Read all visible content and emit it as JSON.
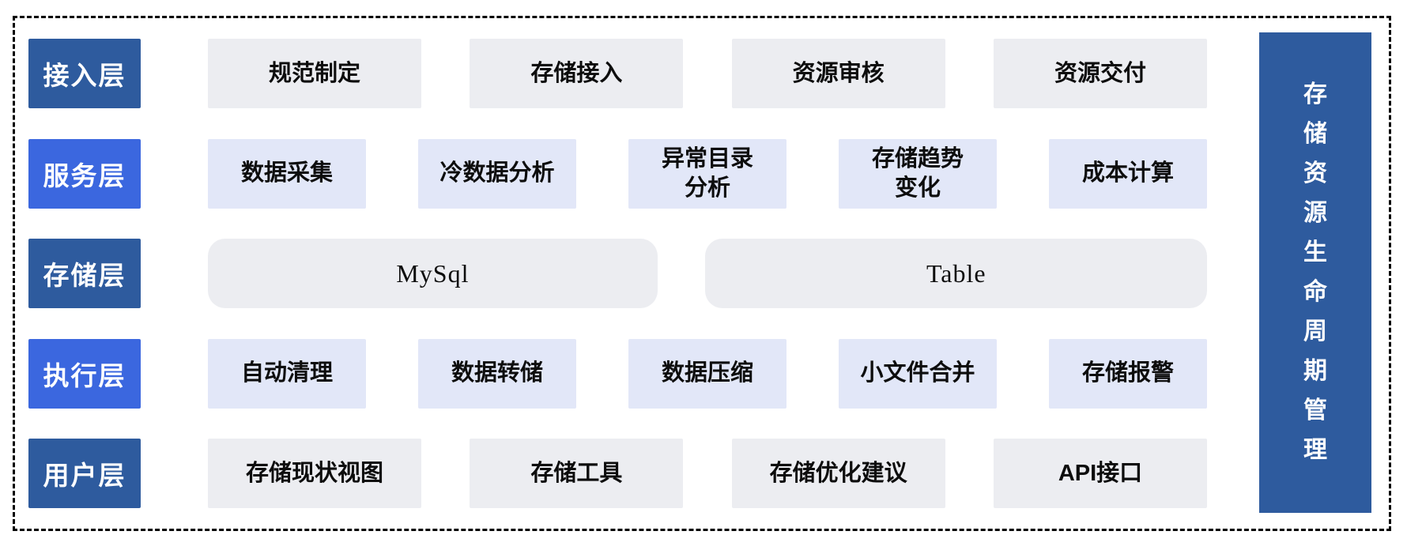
{
  "colors": {
    "dark_blue": "#2E5B9E",
    "bright_blue": "#3B67DF",
    "gray_fill": "#ECEDF1",
    "lavender_fill": "#E2E7F8",
    "border": "#000000",
    "text_dark": "#0d0d0d",
    "text_light": "#ffffff"
  },
  "banner": {
    "text": "存储资源生命周期管理"
  },
  "layers": [
    {
      "id": "access",
      "label": "接入层",
      "label_tone": "dark",
      "item_style": "gray",
      "items": [
        {
          "text": "规范制定"
        },
        {
          "text": "存储接入"
        },
        {
          "text": "资源审核"
        },
        {
          "text": "资源交付"
        }
      ]
    },
    {
      "id": "service",
      "label": "服务层",
      "label_tone": "bright",
      "item_style": "lavender",
      "items": [
        {
          "text": "数据采集"
        },
        {
          "text": "冷数据分析"
        },
        {
          "text": "异常目录\n分析"
        },
        {
          "text": "存储趋势\n变化"
        },
        {
          "text": "成本计算"
        }
      ]
    },
    {
      "id": "storage",
      "label": "存储层",
      "label_tone": "dark",
      "item_style": "gray",
      "items": [
        {
          "text": "MySql"
        },
        {
          "text": "Table"
        }
      ]
    },
    {
      "id": "execute",
      "label": "执行层",
      "label_tone": "bright",
      "item_style": "lavender",
      "items": [
        {
          "text": "自动清理"
        },
        {
          "text": "数据转储"
        },
        {
          "text": "数据压缩"
        },
        {
          "text": "小文件合并"
        },
        {
          "text": "存储报警"
        }
      ]
    },
    {
      "id": "user",
      "label": "用户层",
      "label_tone": "dark",
      "item_style": "gray",
      "items": [
        {
          "text": "存储现状视图"
        },
        {
          "text": "存储工具"
        },
        {
          "text": "存储优化建议"
        },
        {
          "text": "API接口"
        }
      ]
    }
  ]
}
